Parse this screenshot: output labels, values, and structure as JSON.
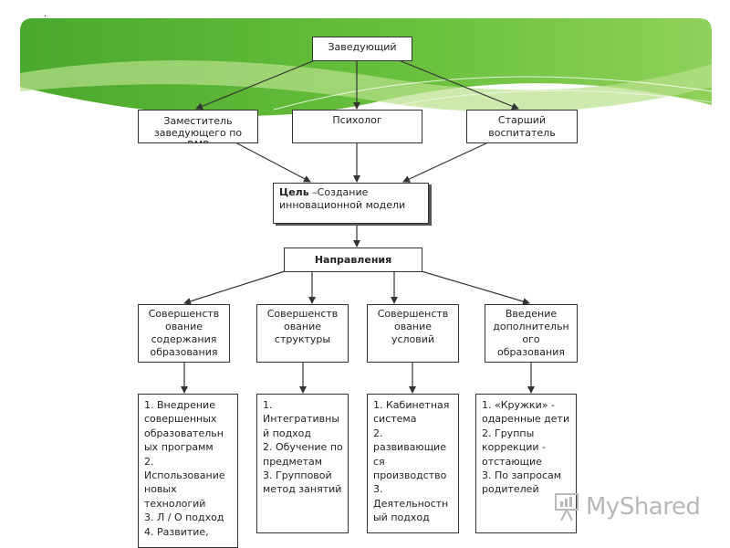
{
  "colors": {
    "banner_green": "#5fb53a",
    "banner_light": "#a9d86e",
    "line": "#333333"
  },
  "slide": {
    "dot": "."
  },
  "nodes": {
    "head": "Заведующий",
    "deputy": "Заместитель\nзаведующего по\nВМР",
    "psychologist": "Психолог",
    "senior_teacher": "Старший\nвоспитатель",
    "goal_label": "Цель",
    "goal_text": " –Создание\nинновационной модели",
    "directions": "Направления"
  },
  "directions": [
    {
      "title": "Совершенств\nование\nсодержания\nобразования",
      "items": [
        "1. Внедрение совершенных образовательн ых программ",
        "2. Использование новых технологий",
        "3. Л / О подход",
        "4. Развитие,"
      ]
    },
    {
      "title": "Совершенств\nование\nструктуры",
      "items": [
        "1. Интегративны й подход",
        "2. Обучение по предметам",
        "3. Групповой метод занятий"
      ]
    },
    {
      "title": "Совершенств\nование\nусловий",
      "items": [
        "1. Кабинетная система",
        "2. развивающие ся производство",
        "3. Деятельностн ый подход"
      ]
    },
    {
      "title": "Введение\nдополнительн\nого\nобразования",
      "items": [
        "1. «Кружки» - одаренные дети",
        "2. Группы коррекции - отстающие",
        "3. По запросам родителей"
      ]
    }
  ],
  "watermark": {
    "text": "MyShared",
    "icon": "presentation-board-icon"
  }
}
